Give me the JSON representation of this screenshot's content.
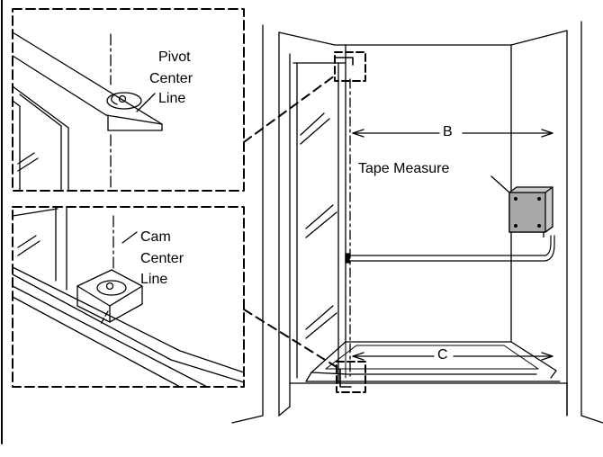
{
  "labels": {
    "pivot": [
      "Pivot",
      "Center",
      "Line"
    ],
    "cam": [
      "Cam",
      "Center",
      "Line"
    ],
    "tape_measure": "Tape Measure",
    "dim_b": "B",
    "dim_c": "C"
  },
  "colors": {
    "line": "#000000",
    "background": "#ffffff",
    "tape_body": "#c8c8c8",
    "tape_face": "#a8a8a8"
  }
}
